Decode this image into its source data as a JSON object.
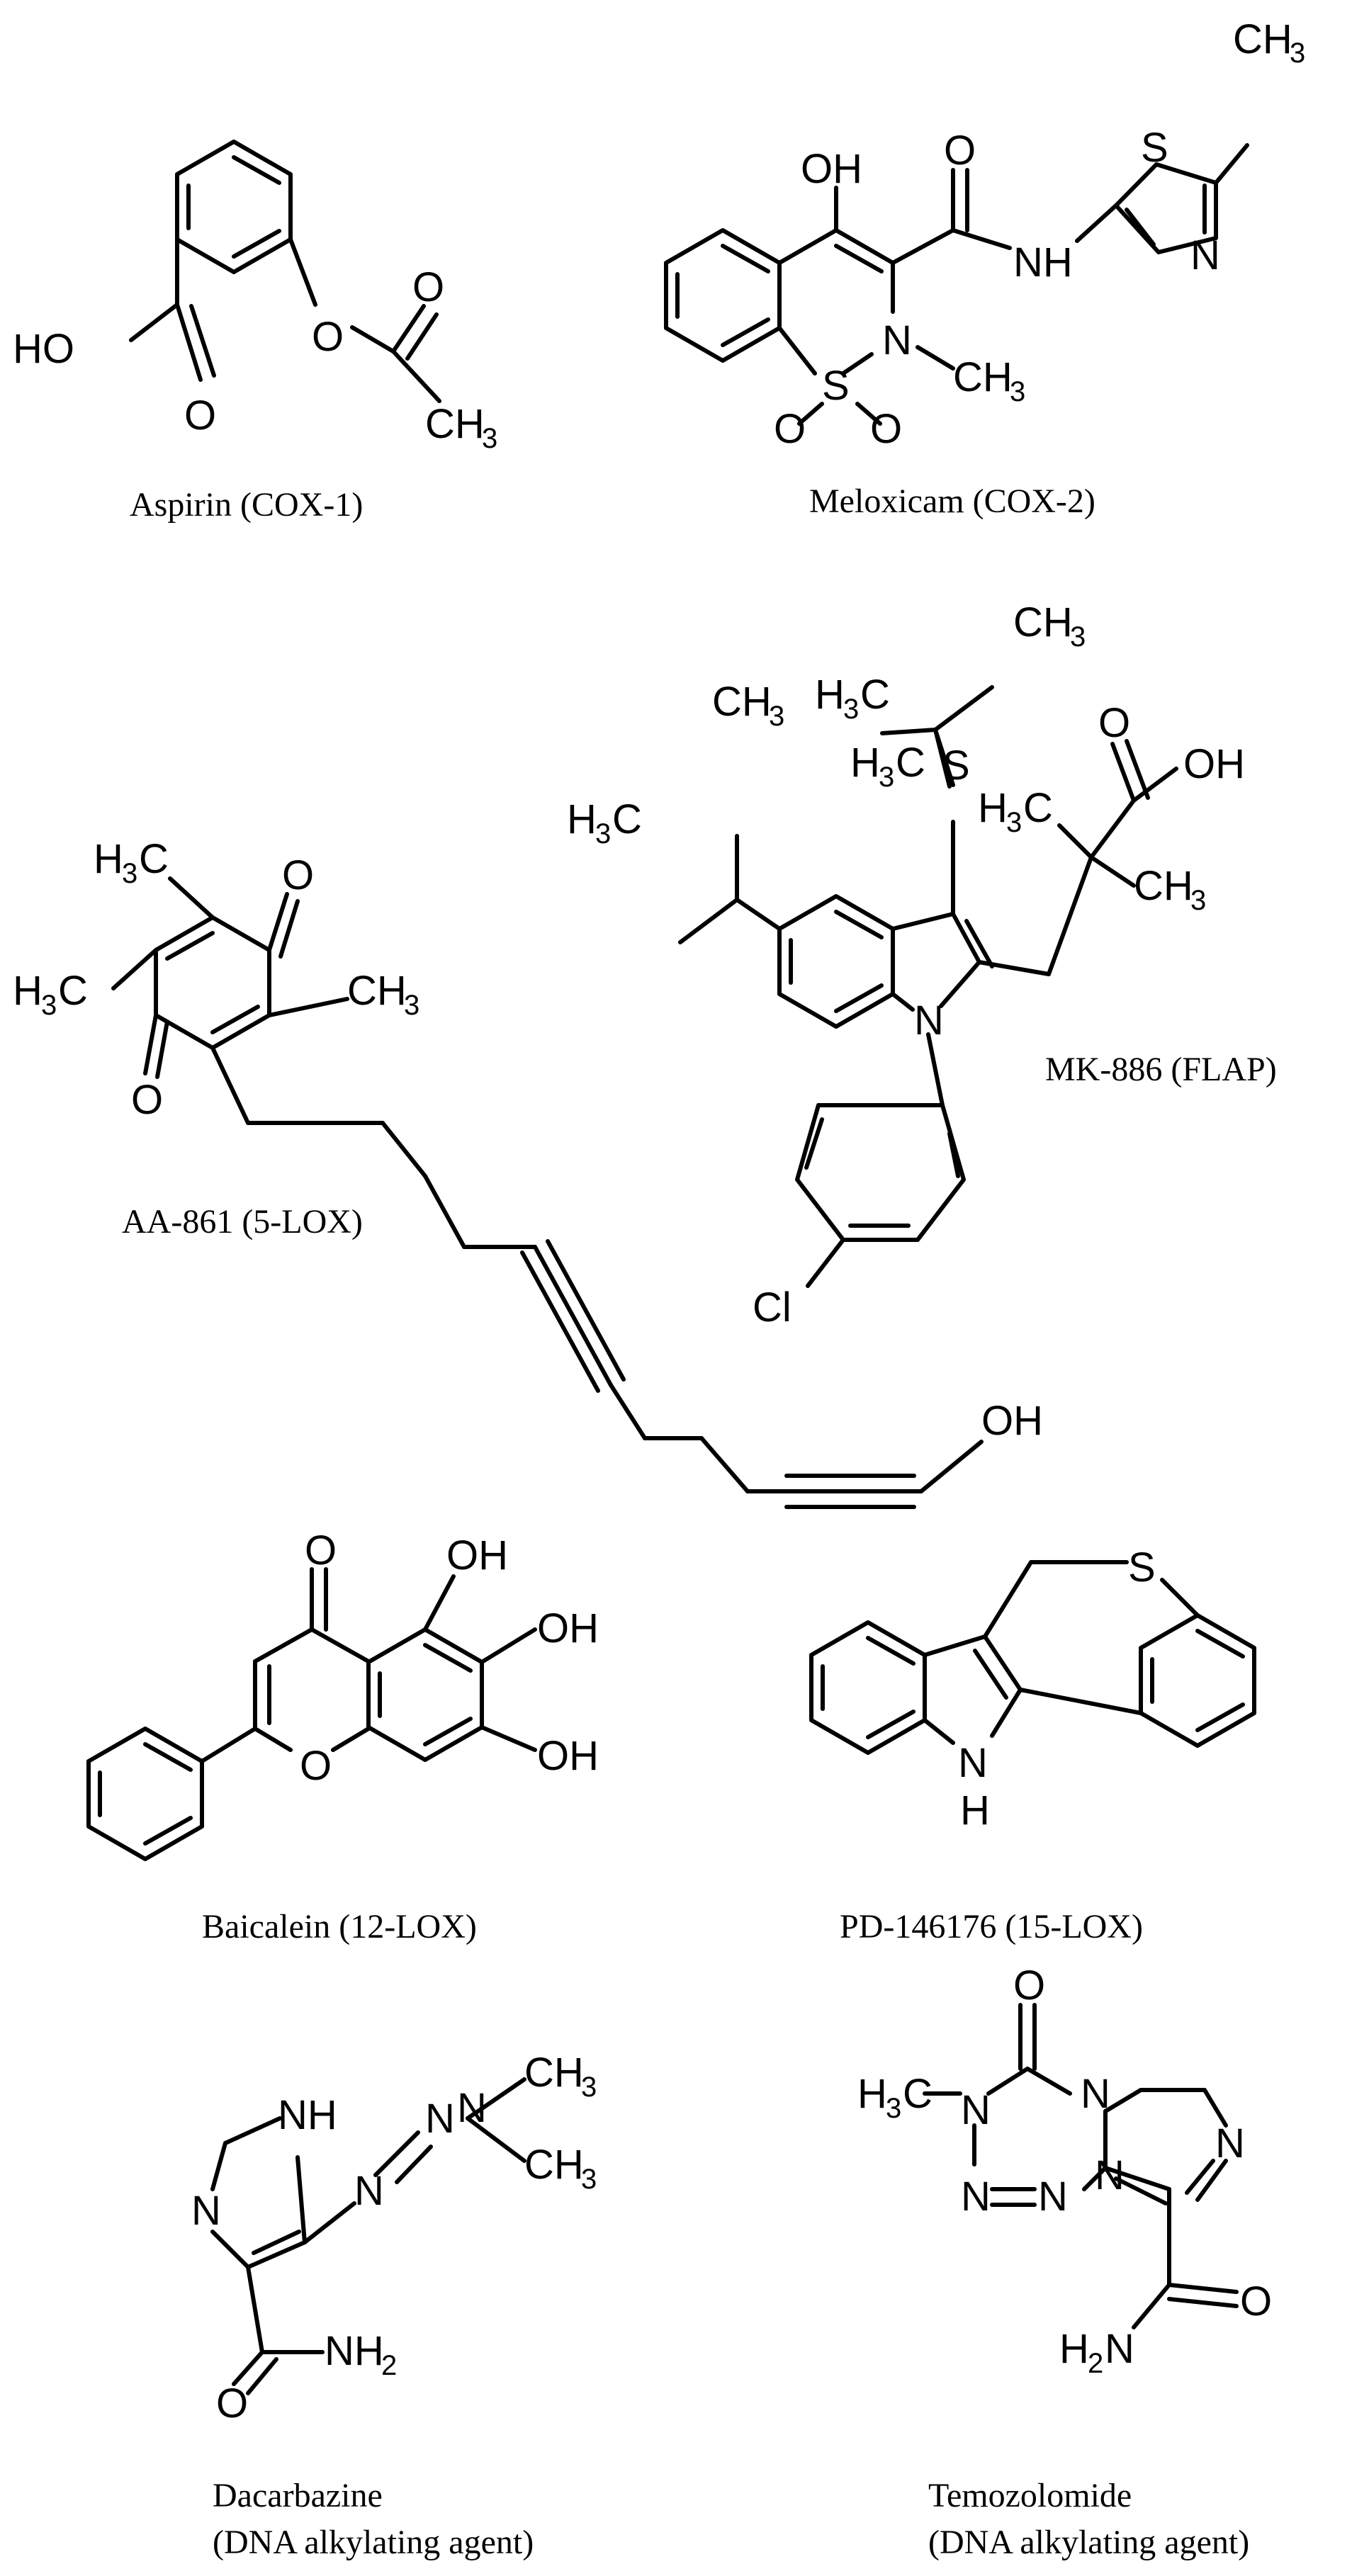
{
  "compounds": [
    {
      "name": "Aspirin (COX-1)"
    },
    {
      "name": "Meloxicam (COX-2)"
    },
    {
      "name": "MK-886 (FLAP)"
    },
    {
      "name": "AA-861 (5-LOX)"
    },
    {
      "name": "Baicalein (12-LOX)"
    },
    {
      "name": "PD-146176 (15-LOX)"
    },
    {
      "name": "Dacarbazine",
      "note": "(DNA alkylating agent)"
    },
    {
      "name": "Temozolomide",
      "note": "(DNA alkylating agent)"
    }
  ],
  "atoms": {
    "aspirin": [
      "HO",
      "O",
      "O",
      "O",
      "CH",
      "3"
    ],
    "meloxicam": [
      "OH",
      "O",
      "NH",
      "S",
      "N",
      "CH",
      "3",
      "N",
      "S",
      "O",
      "O",
      "CH",
      "3"
    ],
    "mk886": [
      "CH",
      "3",
      "H",
      "3",
      "C",
      "S",
      "H",
      "3",
      "C",
      "O",
      "OH",
      "H",
      "3",
      "C",
      "CH",
      "3",
      "CH",
      "3",
      "H",
      "3",
      "C",
      "N",
      "Cl"
    ],
    "aa861": [
      "H",
      "3",
      "C",
      "O",
      "H",
      "3",
      "C",
      "CH",
      "3",
      "O",
      "OH"
    ],
    "baicalein": [
      "O",
      "OH",
      "OH",
      "OH",
      "O"
    ],
    "pd146176": [
      "S",
      "N",
      "H"
    ],
    "dacarbazine": [
      "NH",
      "N",
      "N",
      "N",
      "CH",
      "3",
      "CH",
      "3",
      "N",
      "O",
      "NH",
      "2"
    ],
    "temozolomide": [
      "O",
      "H",
      "3",
      "C",
      "N",
      "N",
      "N",
      "N",
      "N",
      "N",
      "O",
      "H",
      "2",
      "N"
    ]
  }
}
